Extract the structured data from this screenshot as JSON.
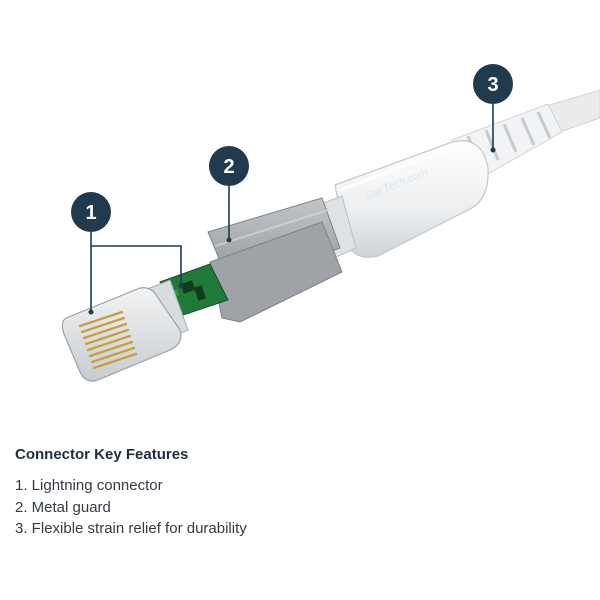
{
  "illustration": {
    "brand_text": "StarTech.com",
    "callouts": [
      {
        "number": "1",
        "target": "Lightning connector"
      },
      {
        "number": "2",
        "target": "Metal guard"
      },
      {
        "number": "3",
        "target": "Flexible strain relief"
      }
    ],
    "colors": {
      "callout_fill": "#1f3b4d",
      "pcb_green": "#1f7a3a",
      "pin_gold": "#c8a040",
      "metal_guard": "#a9adb1",
      "cable_white": "#f1f2f3"
    }
  },
  "features": {
    "heading": "Connector Key Features",
    "items": [
      "1. Lightning connector",
      "2. Metal guard",
      "3. Flexible strain relief for durability"
    ]
  }
}
